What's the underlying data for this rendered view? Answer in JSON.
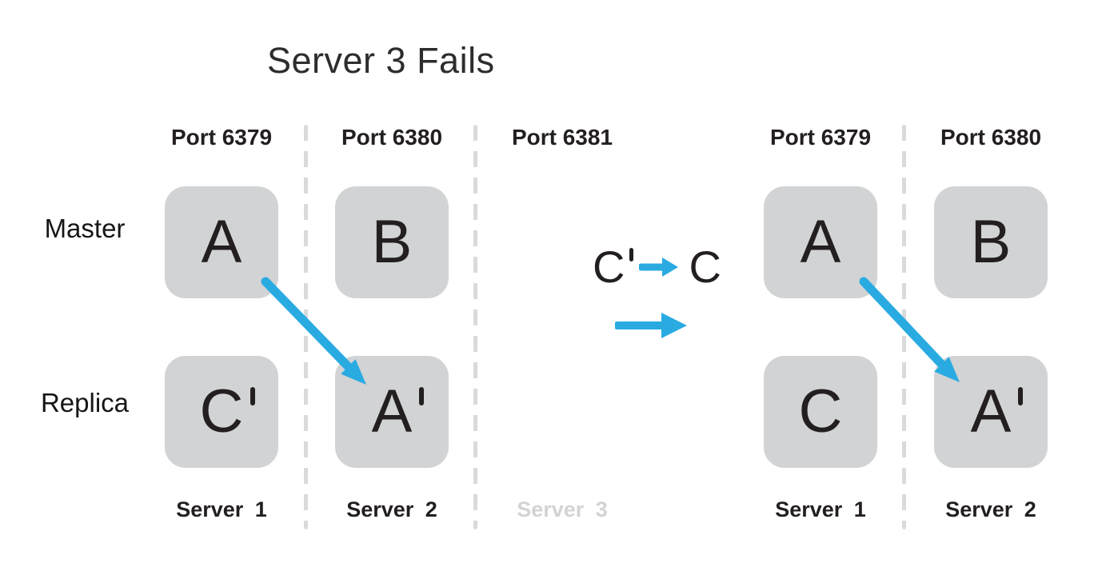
{
  "title": "Server 3 Fails",
  "row_labels": {
    "master": "Master",
    "replica": "Replica"
  },
  "columns": [
    {
      "port": "Port 6379",
      "server": "Server 1",
      "failed": false,
      "master": {
        "letter": "A",
        "prime": false,
        "visible": true
      },
      "replica": {
        "letter": "C",
        "prime": true,
        "visible": true
      }
    },
    {
      "port": "Port 6380",
      "server": "Server 2",
      "failed": false,
      "master": {
        "letter": "B",
        "prime": false,
        "visible": true
      },
      "replica": {
        "letter": "A",
        "prime": true,
        "visible": true
      }
    },
    {
      "port": "Port 6381",
      "server": "Server 3",
      "failed": true,
      "master": {
        "letter": "",
        "prime": false,
        "visible": false
      },
      "replica": {
        "letter": "",
        "prime": false,
        "visible": false
      }
    },
    {
      "port": "Port 6379",
      "server": "Server 1",
      "failed": false,
      "master": {
        "letter": "A",
        "prime": false,
        "visible": true
      },
      "replica": {
        "letter": "C",
        "prime": false,
        "visible": true
      }
    },
    {
      "port": "Port 6380",
      "server": "Server 2",
      "failed": false,
      "master": {
        "letter": "B",
        "prime": false,
        "visible": true
      },
      "replica": {
        "letter": "A",
        "prime": true,
        "visible": true
      }
    }
  ],
  "transition": {
    "from_letter": "C",
    "from_prime": true,
    "to_letter": "C",
    "to_prime": false
  },
  "icons": {
    "replication_arrow": "blue-diagonal-arrow",
    "promotion_arrow": "blue-right-arrow",
    "transition_arrow": "blue-right-arrow",
    "prime_mark": "vertical-prime-bar"
  },
  "colors": {
    "accent_blue": "#29abe2",
    "node_box_gray": "#d1d3d4",
    "text_dark": "#231f20",
    "divider_gray": "#d9dadb",
    "failed_label_gray": "#d1d3d4"
  }
}
